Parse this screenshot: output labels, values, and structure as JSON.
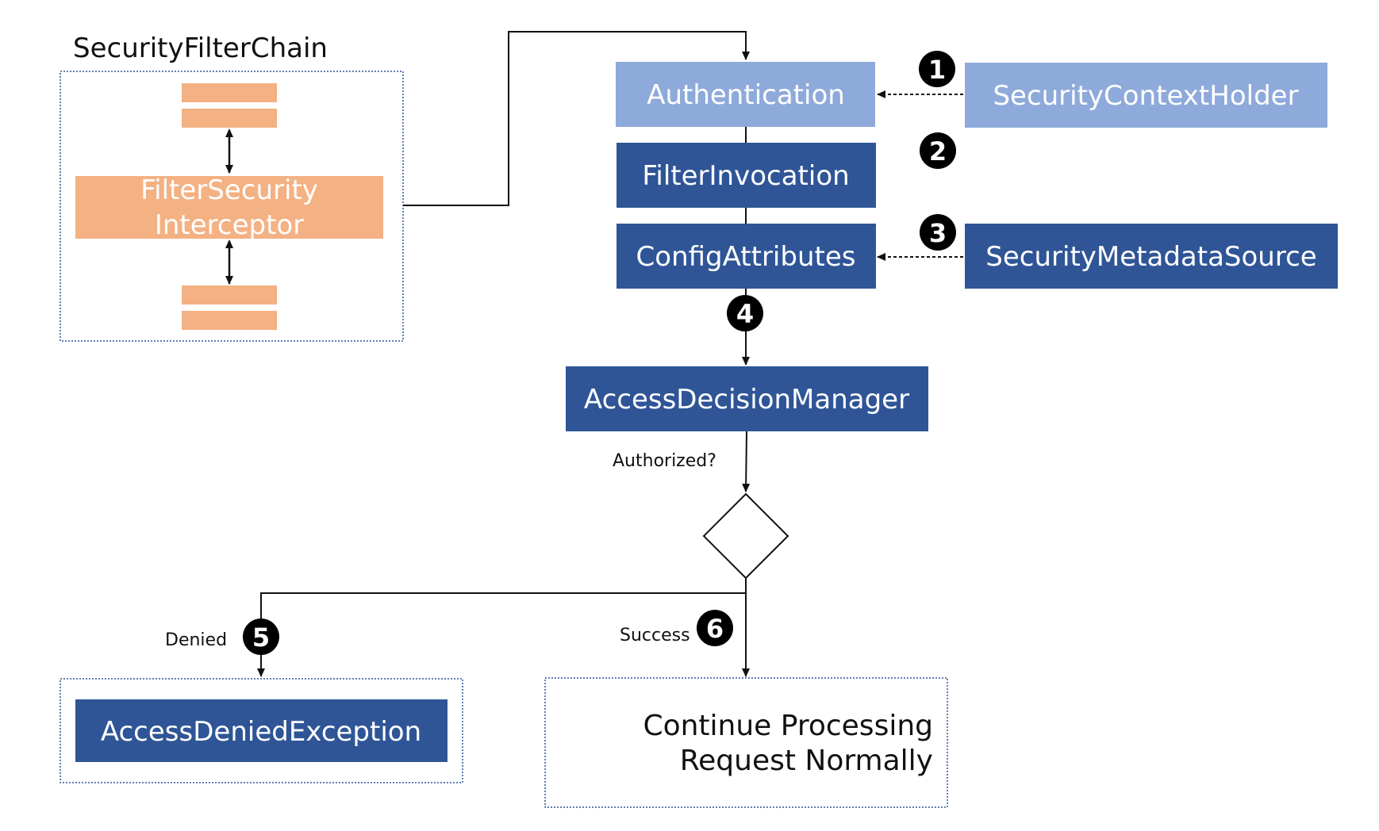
{
  "colors": {
    "light_blue": "#8eaadb",
    "dark_blue": "#2f5597",
    "orange": "#f4b183",
    "line": "#111111",
    "badge": "#000000"
  },
  "chain": {
    "title": "SecurityFilterChain",
    "interceptor_line1": "FilterSecurity",
    "interceptor_line2": "Interceptor"
  },
  "nodes": {
    "authentication": "Authentication",
    "security_context_holder": "SecurityContextHolder",
    "filter_invocation": "FilterInvocation",
    "config_attributes": "ConfigAttributes",
    "security_metadata_source": "SecurityMetadataSource",
    "access_decision_manager": "AccessDecisionManager",
    "access_denied_exception": "AccessDeniedException",
    "continue_line1": "Continue Processing",
    "continue_line2": "Request Normally"
  },
  "labels": {
    "authorized": "Authorized?",
    "denied": "Denied",
    "success": "Success"
  },
  "steps": [
    "1",
    "2",
    "3",
    "4",
    "5",
    "6"
  ]
}
